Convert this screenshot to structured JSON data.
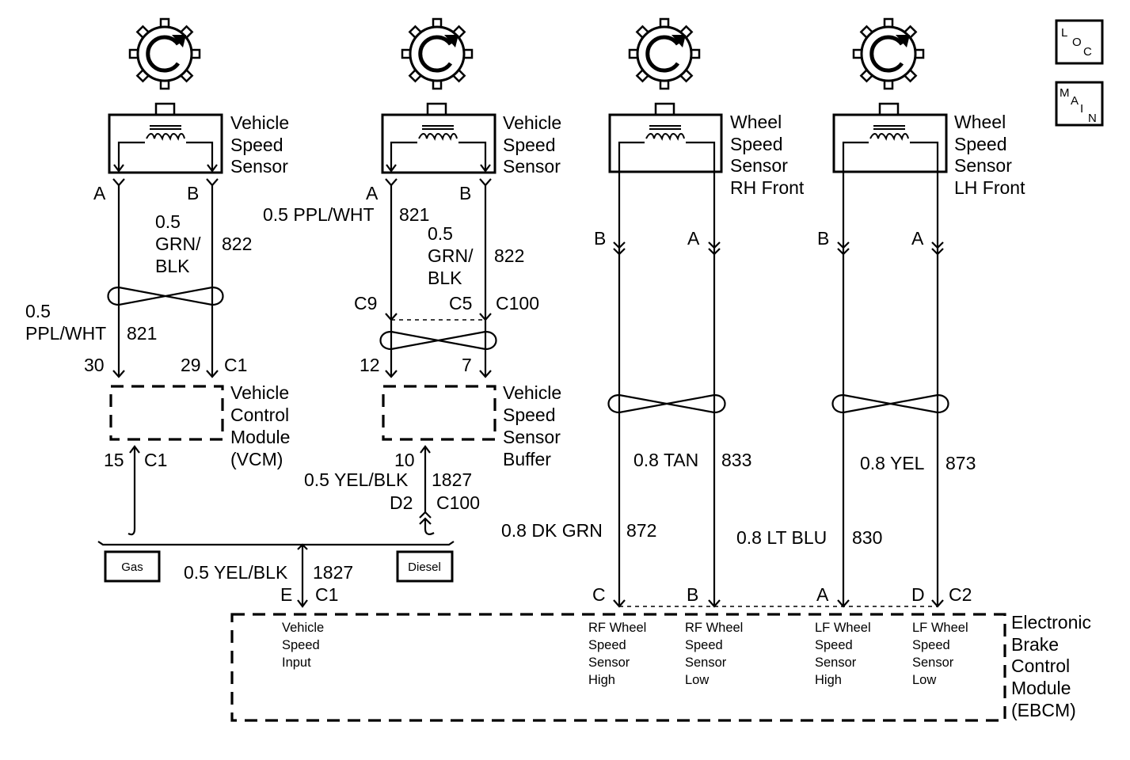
{
  "nav": {
    "loc": [
      "L",
      "O",
      "C"
    ],
    "main": [
      "M",
      "A",
      "I",
      "N"
    ]
  },
  "sensor1": {
    "name": [
      "Vehicle",
      "Speed",
      "Sensor"
    ],
    "pin_a": "A",
    "pin_b": "B",
    "w_b": [
      "0.5",
      "GRN/",
      "BLK"
    ],
    "w_b_ckt": "822",
    "w_a": [
      "0.5",
      "PPL/WHT"
    ],
    "w_a_ckt": "821"
  },
  "vcm": {
    "name": [
      "Vehicle",
      "Control",
      "Module",
      "(VCM)"
    ],
    "pin30": "30",
    "pin29": "29",
    "conn": "C1",
    "pin15": "15",
    "conn2": "C1"
  },
  "sensor2": {
    "name": [
      "Vehicle",
      "Speed",
      "Sensor"
    ],
    "pin_a": "A",
    "pin_b": "B",
    "w_a": "0.5 PPL/WHT",
    "w_a_ckt": "821",
    "w_b": [
      "0.5",
      "GRN/",
      "BLK"
    ],
    "w_b_ckt": "822",
    "c9": "C9",
    "c5": "C5",
    "c100": "C100",
    "pin12": "12",
    "pin7": "7"
  },
  "buffer": {
    "name": [
      "Vehicle",
      "Speed",
      "Sensor",
      "Buffer"
    ],
    "pin10": "10",
    "wire": "0.5 YEL/BLK",
    "ckt": "1827",
    "d2": "D2",
    "c100": "C100"
  },
  "options": {
    "gas": "Gas",
    "diesel": "Diesel"
  },
  "vsi_wire": {
    "wire": "0.5 YEL/BLK",
    "ckt": "1827",
    "pin": "E",
    "conn": "C1"
  },
  "rf": {
    "name": [
      "Wheel",
      "Speed",
      "Sensor",
      "RH Front"
    ],
    "pin_b": "B",
    "pin_a": "A",
    "w_a": "0.8 TAN",
    "w_a_ckt": "833",
    "w_b": "0.8 DK GRN",
    "w_b_ckt": "872",
    "pin_c": "C",
    "pin_bb": "B"
  },
  "lf": {
    "name": [
      "Wheel",
      "Speed",
      "Sensor",
      "LH Front"
    ],
    "pin_b": "B",
    "pin_a": "A",
    "w_a": "0.8 YEL",
    "w_a_ckt": "873",
    "w_b": "0.8 LT BLU",
    "w_b_ckt": "830",
    "pin_a2": "A",
    "pin_d": "D",
    "conn": "C2"
  },
  "ebcm": {
    "name": [
      "Electronic",
      "Brake",
      "Control",
      "Module",
      "(EBCM)"
    ],
    "vsi": [
      "Vehicle",
      "Speed",
      "Input"
    ],
    "rfh": [
      "RF Wheel",
      "Speed",
      "Sensor",
      "High"
    ],
    "rfl": [
      "RF Wheel",
      "Speed",
      "Sensor",
      "Low"
    ],
    "lfh": [
      "LF Wheel",
      "Speed",
      "Sensor",
      "High"
    ],
    "lfl": [
      "LF Wheel",
      "Speed",
      "Sensor",
      "Low"
    ]
  }
}
